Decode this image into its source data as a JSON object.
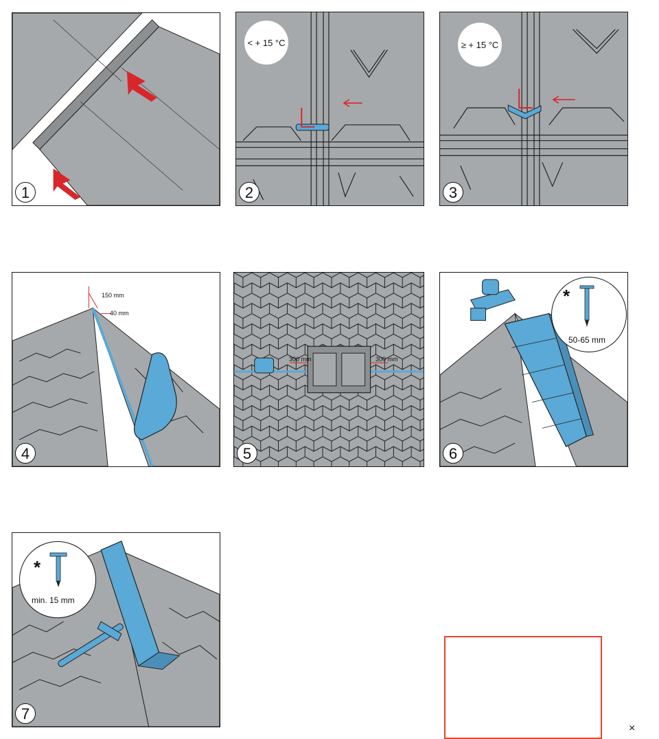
{
  "steps": [
    {
      "number": "1"
    },
    {
      "number": "2",
      "temperature": "< + 15 °C"
    },
    {
      "number": "3",
      "temperature": "≥ + 15 °C"
    },
    {
      "number": "4",
      "dim_top": "150 mm",
      "dim_side": "40 mm"
    },
    {
      "number": "5",
      "dim_left": "300 mm",
      "dim_right": "300 mm"
    },
    {
      "number": "6",
      "star": "*",
      "screw_length": "50-65 mm"
    },
    {
      "number": "7",
      "star": "*",
      "nail_length": "min. 15 mm"
    }
  ],
  "colors": {
    "product": "#5aa9d6",
    "roof": "#a6a9ab",
    "arrow": "#d9262b",
    "frame": "#e8442a"
  },
  "corner_mark": "×"
}
